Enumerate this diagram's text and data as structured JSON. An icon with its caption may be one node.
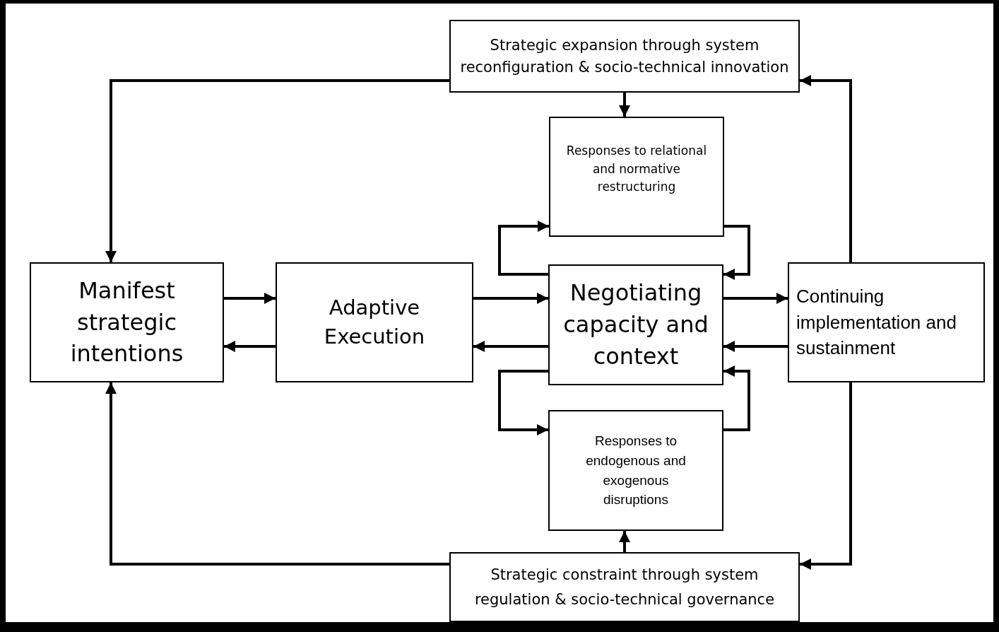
{
  "diagram": {
    "nodes": [
      {
        "text": [
          "Strategic expansion through system reconfiguration & socio-technical innovation"
        ]
      },
      {
        "text": [
          "Responses to relational and normative restructuring"
        ]
      },
      {
        "text": [
          "Manifest strategic intentions"
        ]
      },
      {
        "text": [
          "Adaptive Execution"
        ]
      },
      {
        "text": [
          "Negotiating capacity and context"
        ]
      },
      {
        "text": [
          "Continuing implementation and sustainment"
        ]
      },
      {
        "text": [
          "Responses to endogenous and exogenous disruptions"
        ]
      },
      {
        "text": [
          "Strategic constraint through system regulation & socio-technical governance"
        ]
      }
    ],
    "edges": [
      {
        "from": 0,
        "to": 2,
        "arrow": "to"
      },
      {
        "from": 5,
        "to": 0,
        "arrow": "to"
      },
      {
        "from": 0,
        "to": 1,
        "arrow": "to"
      },
      {
        "from": 4,
        "to": 1,
        "arrow": "to"
      },
      {
        "from": 1,
        "to": 4,
        "arrow": "to"
      },
      {
        "from": 2,
        "to": 3,
        "arrow": "to"
      },
      {
        "from": 3,
        "to": 2,
        "arrow": "to"
      },
      {
        "from": 3,
        "to": 4,
        "arrow": "to"
      },
      {
        "from": 4,
        "to": 3,
        "arrow": "to"
      },
      {
        "from": 4,
        "to": 5,
        "arrow": "to"
      },
      {
        "from": 5,
        "to": 4,
        "arrow": "to"
      },
      {
        "from": 4,
        "to": 6,
        "arrow": "to"
      },
      {
        "from": 6,
        "to": 4,
        "arrow": "to"
      },
      {
        "from": 7,
        "to": 6,
        "arrow": "to"
      },
      {
        "from": 7,
        "to": 2,
        "arrow": "to"
      },
      {
        "from": 5,
        "to": 7,
        "arrow": "to"
      }
    ]
  }
}
